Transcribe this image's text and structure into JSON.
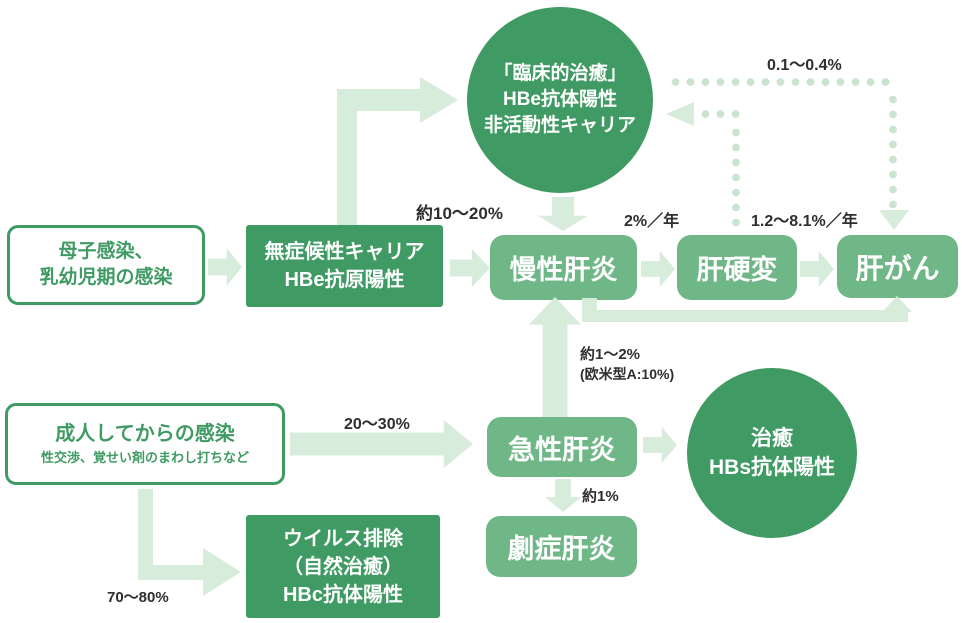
{
  "palette": {
    "dark_green": "#3f9b63",
    "mid_green": "#6fb787",
    "light_green": "#d8ecdb",
    "dot_green": "#c9e4cf",
    "text_dark": "#2e2e2e"
  },
  "nodes": {
    "clinical_cure_circle": {
      "lines": [
        "「臨床的治癒」",
        "HBe抗体陽性",
        "非活動性キャリア"
      ]
    },
    "mother_child_box": {
      "lines": [
        "母子感染、",
        "乳幼児期の感染"
      ]
    },
    "asymptomatic_carrier_box": {
      "lines": [
        "無症候性キャリア",
        "HBe抗原陽性"
      ]
    },
    "chronic_hepatitis_box": {
      "label": "慢性肝炎"
    },
    "cirrhosis_box": {
      "label": "肝硬変"
    },
    "liver_cancer_box": {
      "label": "肝がん"
    },
    "adult_infection_box": {
      "title": "成人してからの感染",
      "subtitle": "性交渉、覚せい剤のまわし打ちなど"
    },
    "acute_hepatitis_box": {
      "label": "急性肝炎"
    },
    "cure_circle": {
      "lines": [
        "治癒",
        "HBs抗体陽性"
      ]
    },
    "fulminant_hepatitis_box": {
      "label": "劇症肝炎"
    },
    "virus_clearance_box": {
      "lines": [
        "ウイルス排除",
        "（自然治癒）",
        "HBc抗体陽性"
      ]
    }
  },
  "labels": {
    "carrier_to_chronic": "約10〜20%",
    "chronic_to_cirrhosis": "2%／年",
    "cirrhosis_to_cancer": "1.2〜8.1%／年",
    "carrier_circle_to_cancer": "0.1〜0.4%",
    "adult_to_acute": "20〜30%",
    "acute_to_chronic_line1": "約1〜2%",
    "acute_to_chronic_line2": "(欧米型A:10%)",
    "acute_to_fulminant": "約1%",
    "adult_to_clearance": "70〜80%"
  }
}
